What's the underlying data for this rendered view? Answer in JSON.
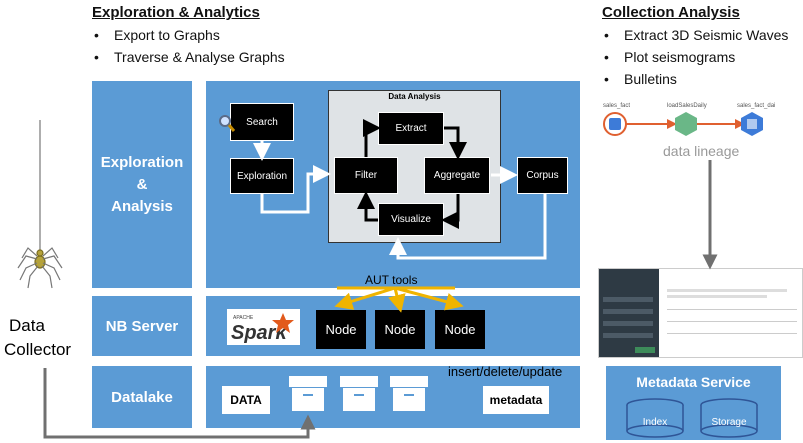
{
  "exploration_title": "Exploration & Analytics",
  "exploration_bullets": [
    "Export to Graphs",
    "Traverse & Analyse Graphs"
  ],
  "collection_title": "Collection Analysis",
  "collection_bullets": [
    "Extract 3D Seismic Waves",
    "Plot seismograms",
    "Bulletins"
  ],
  "left_labels": {
    "exploration": "Exploration\n&\nAnalysis",
    "nb_server": "NB Server",
    "datalake": "Datalake"
  },
  "collector": {
    "line1": "Data",
    "line2": "Collector"
  },
  "flow": {
    "search": "Search",
    "exploration": "Exploration",
    "data_analysis": "Data Analysis",
    "extract": "Extract",
    "filter": "Filter",
    "aggregate": "Aggregate",
    "visualize": "Visualize",
    "corpus": "Corpus"
  },
  "aut_tools": "AUT tools",
  "spark": {
    "apache": "APACHE",
    "name": "Spark"
  },
  "nodes": [
    "Node",
    "Node",
    "Node"
  ],
  "datalake": {
    "data": "DATA",
    "metadata": "metadata",
    "insert": "insert/delete/update"
  },
  "lineage": {
    "n1": "sales_fact",
    "n2": "loadSalesDaily",
    "n3": "sales_fact_dai",
    "label": "data lineage"
  },
  "metadata_service": {
    "title": "Metadata Service",
    "index": "Index",
    "storage": "Storage"
  },
  "colors": {
    "panel": "#5b9bd5",
    "arrow_gold": "#f0b400",
    "arrow_grey": "#707070"
  }
}
